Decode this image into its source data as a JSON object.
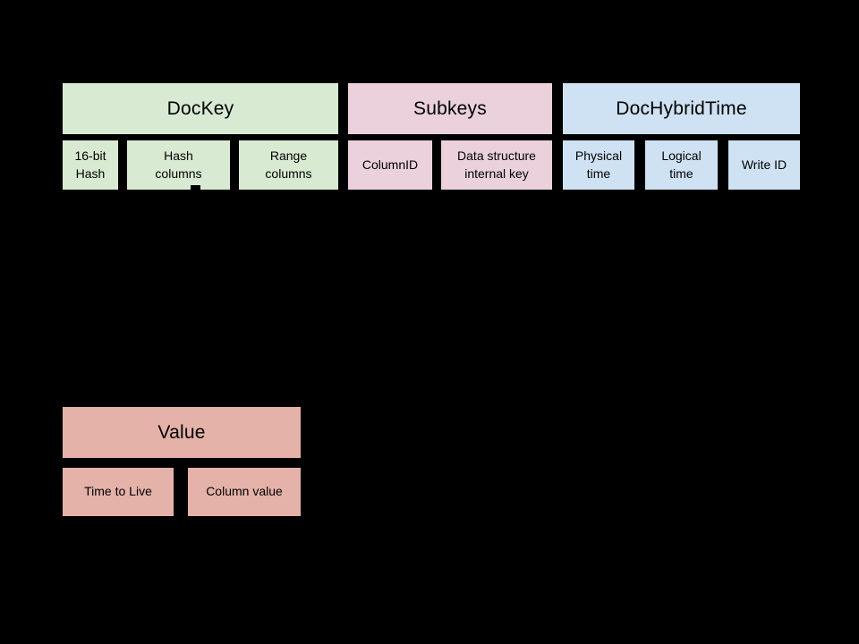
{
  "canvas": {
    "background": "#000000",
    "text_color": "#000000"
  },
  "palette": {
    "dockey_fill": "#d9ead3",
    "subkeys_fill": "#ead1dc",
    "dochybridtime_fill": "#cfe2f3",
    "value_fill": "#e4b2a9"
  },
  "sections": [
    {
      "title": "DocKey",
      "cells": [
        {
          "label": "16-bit\nHash"
        },
        {
          "label": "Hash\ncolumns"
        },
        {
          "label": "Range\ncolumns"
        }
      ]
    },
    {
      "title": "Subkeys",
      "cells": [
        {
          "label": "ColumnID"
        },
        {
          "label": "Data structure\ninternal key"
        }
      ]
    },
    {
      "title": "DocHybridTime",
      "cells": [
        {
          "label": "Physical\ntime"
        },
        {
          "label": "Logical\ntime"
        },
        {
          "label": "Write ID"
        }
      ]
    },
    {
      "title": "Value",
      "cells": [
        {
          "label": "Time to Live"
        },
        {
          "label": "Column value"
        }
      ]
    }
  ]
}
